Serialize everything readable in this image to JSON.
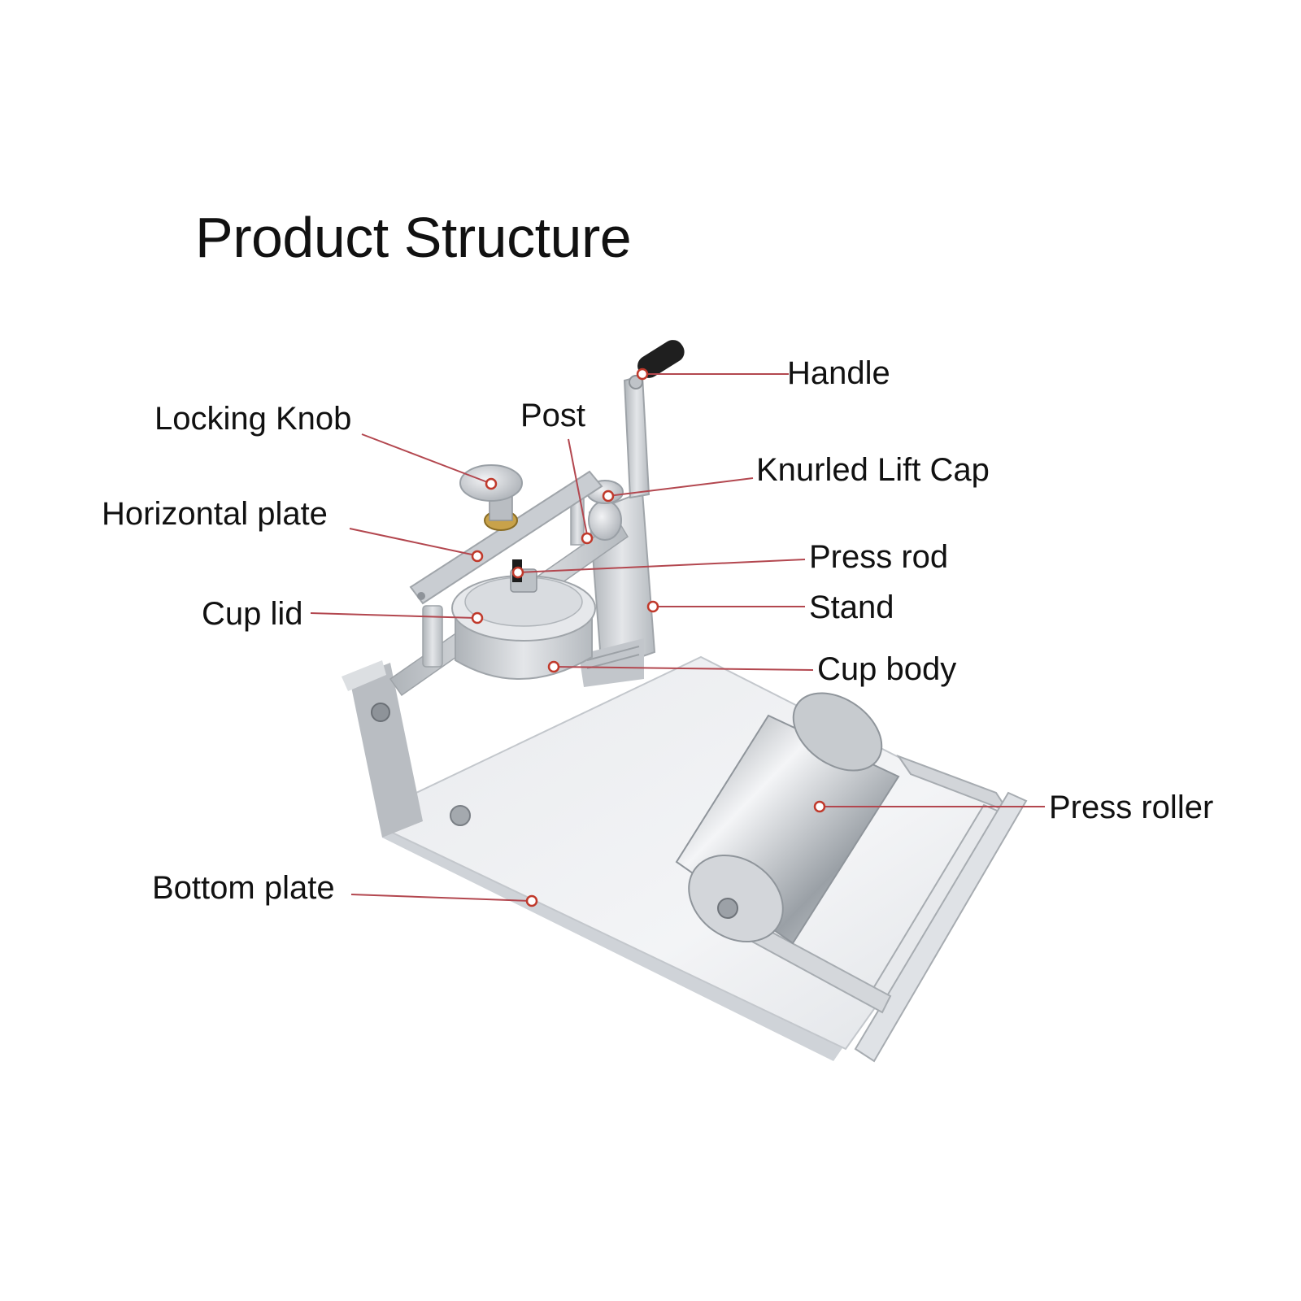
{
  "title": "Product Structure",
  "colors": {
    "leader_line": "#b3474f",
    "marker": "#c0392b",
    "metal": "#c9ccd0",
    "brass": "#c8a24a",
    "handle_grip": "#1a1a1a"
  },
  "labels": {
    "handle": "Handle",
    "post": "Post",
    "locking_knob": "Locking Knob",
    "knurled_lift_cap": "Knurled Lift Cap",
    "horizontal_plate": "Horizontal plate",
    "press_rod": "Press rod",
    "cup_lid": "Cup lid",
    "stand": "Stand",
    "cup_body": "Cup body",
    "press_roller": "Press roller",
    "bottom_plate": "Bottom plate"
  }
}
